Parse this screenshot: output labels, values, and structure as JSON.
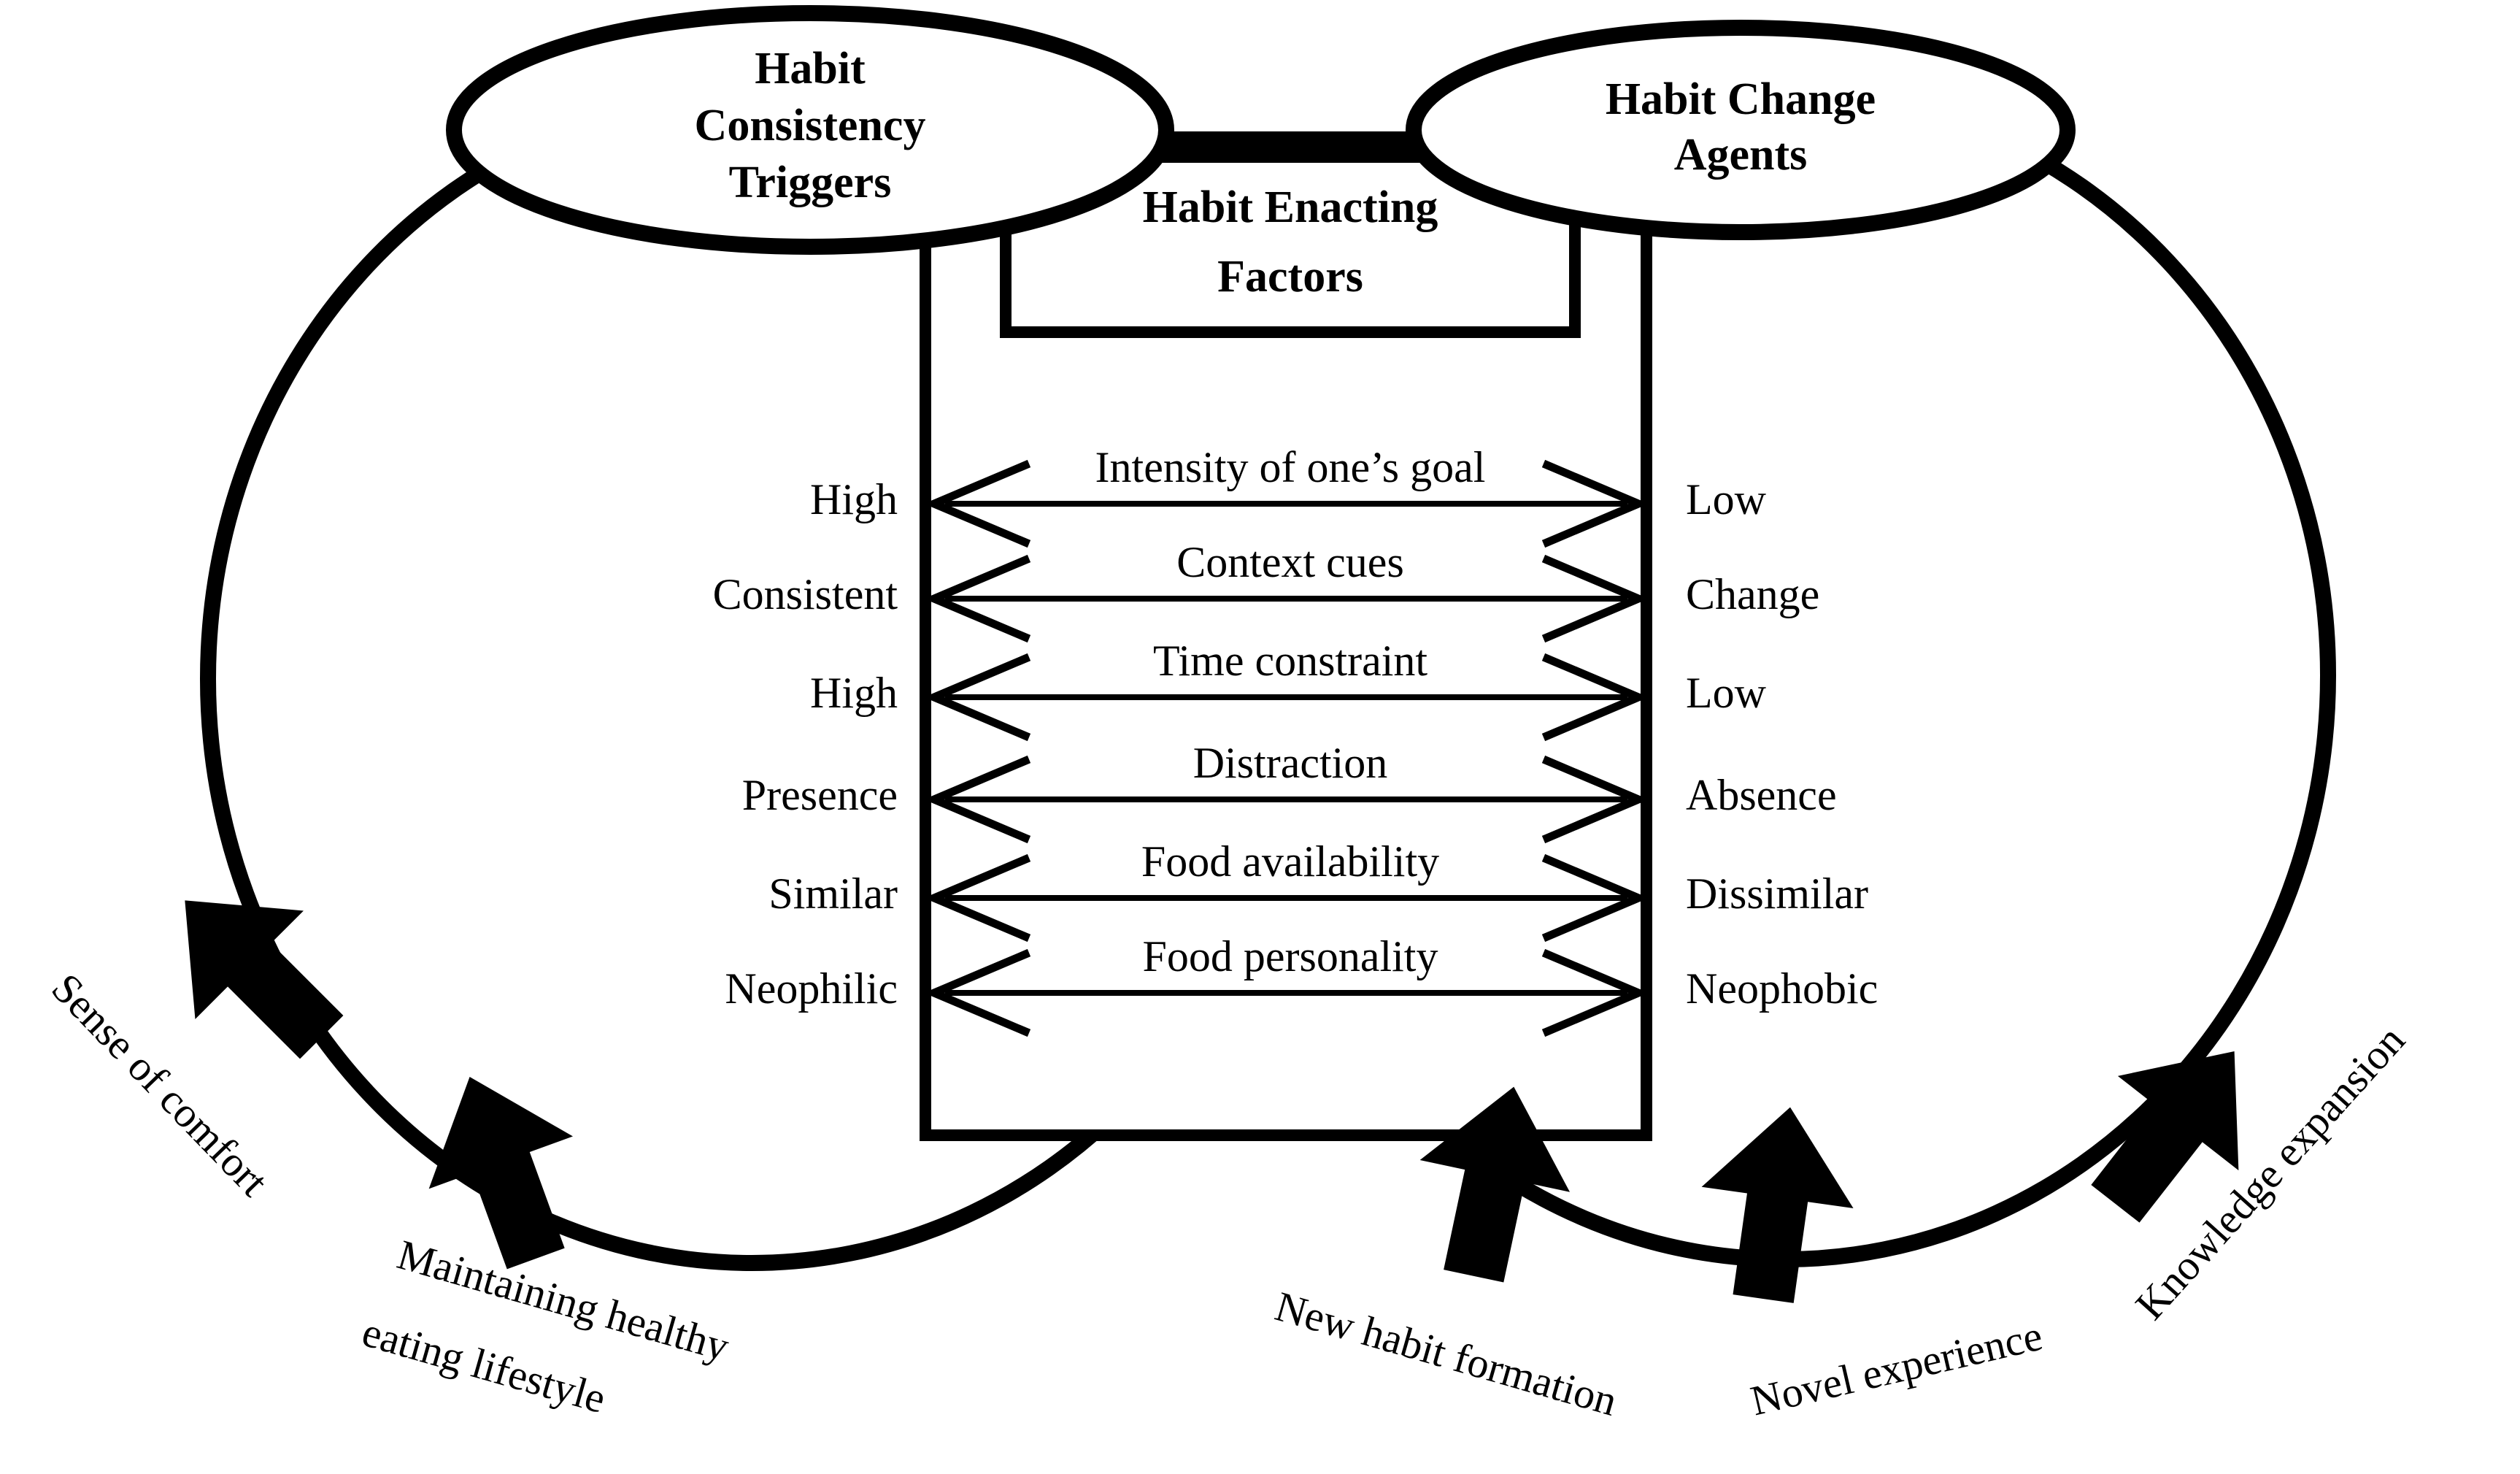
{
  "diagram": {
    "title": "Habit Enacting Factors framework",
    "stroke_color": "#000000",
    "background_color": "#ffffff",
    "nodes": {
      "left_ellipse": {
        "label_lines": [
          "Habit",
          "Consistency",
          "Triggers"
        ]
      },
      "right_ellipse": {
        "label_lines": [
          "Habit Change",
          "Agents"
        ]
      },
      "center_box_header": {
        "label_lines": [
          "Habit Enacting",
          "Factors"
        ]
      }
    },
    "factors": [
      {
        "name": "Intensity of one’s goal",
        "left_pole": "High",
        "right_pole": "Low"
      },
      {
        "name": "Context cues",
        "left_pole": "Consistent",
        "right_pole": "Change"
      },
      {
        "name": "Time constraint",
        "left_pole": "High",
        "right_pole": "Low"
      },
      {
        "name": "Distraction",
        "left_pole": "Presence",
        "right_pole": "Absence"
      },
      {
        "name": "Food availability",
        "left_pole": "Similar",
        "right_pole": "Dissimilar"
      },
      {
        "name": "Food personality",
        "left_pole": "Neophilic",
        "right_pole": "Neophobic"
      }
    ],
    "outcomes": [
      {
        "label_lines": [
          "Sense of comfort"
        ],
        "side": "left"
      },
      {
        "label_lines": [
          "Maintaining healthy",
          "eating lifestyle"
        ],
        "side": "left"
      },
      {
        "label_lines": [
          "New habit formation"
        ],
        "side": "right"
      },
      {
        "label_lines": [
          "Novel experience"
        ],
        "side": "right"
      },
      {
        "label_lines": [
          "Knowledge expansion"
        ],
        "side": "right"
      }
    ]
  }
}
